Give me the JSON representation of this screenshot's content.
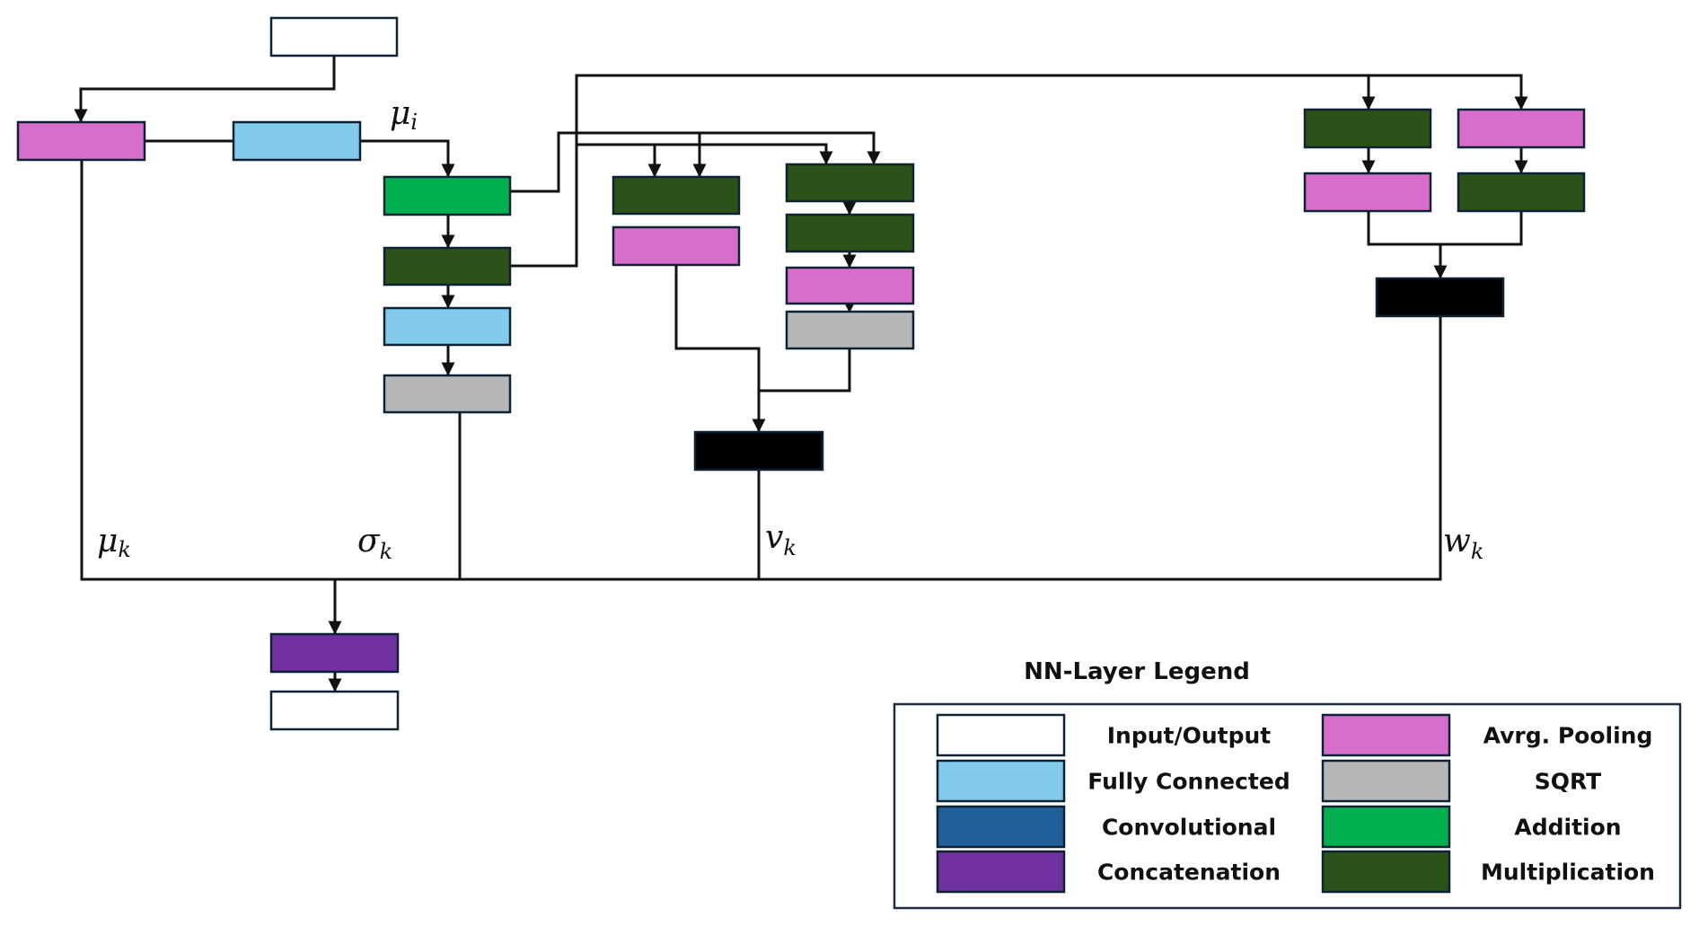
{
  "figure": {
    "type": "neural-network-architecture-diagram",
    "colors": {
      "input_output": "#ffffff",
      "fully_connected": "#83cbeb",
      "convolutional": "#215f9a",
      "concatenation": "#7030a0",
      "avg_pooling": "#d86ecc",
      "sqrt": "#b7b7b7",
      "addition": "#00b050",
      "multiplication": "#2a5219",
      "black_layer": "#000000"
    },
    "symbols": {
      "mu_i": "μ",
      "mu_i_sub": "i",
      "mu_k": "μ",
      "mu_k_sub": "k",
      "sigma_k": "σ",
      "sigma_k_sub": "k",
      "nu_k": "v",
      "nu_k_sub": "k",
      "w_k": "w",
      "w_k_sub": "k"
    },
    "nodes": [
      {
        "id": "input",
        "type": "input_output"
      },
      {
        "id": "pool1",
        "type": "avg_pooling"
      },
      {
        "id": "fc1",
        "type": "fully_connected"
      },
      {
        "id": "add1",
        "type": "addition"
      },
      {
        "id": "mul1",
        "type": "multiplication"
      },
      {
        "id": "fc2",
        "type": "fully_connected"
      },
      {
        "id": "sqrt1",
        "type": "sqrt"
      },
      {
        "id": "mul_v1",
        "type": "multiplication"
      },
      {
        "id": "pool_v1",
        "type": "avg_pooling"
      },
      {
        "id": "mul_v2",
        "type": "multiplication"
      },
      {
        "id": "mul_v3",
        "type": "multiplication"
      },
      {
        "id": "pool_v2",
        "type": "avg_pooling"
      },
      {
        "id": "sqrt_v",
        "type": "sqrt"
      },
      {
        "id": "black_v",
        "type": "black_layer"
      },
      {
        "id": "mul_w1",
        "type": "multiplication"
      },
      {
        "id": "pool_w1",
        "type": "avg_pooling"
      },
      {
        "id": "pool_w2",
        "type": "avg_pooling"
      },
      {
        "id": "mul_w2",
        "type": "multiplication"
      },
      {
        "id": "black_w",
        "type": "black_layer"
      },
      {
        "id": "concat",
        "type": "concatenation"
      },
      {
        "id": "output",
        "type": "input_output"
      }
    ],
    "edges": [
      [
        "input",
        "pool1"
      ],
      [
        "pool1",
        "fc1"
      ],
      [
        "fc1",
        "add1"
      ],
      [
        "add1",
        "mul1"
      ],
      [
        "mul1",
        "fc2"
      ],
      [
        "fc2",
        "sqrt1"
      ],
      [
        "add1",
        "mul_v1"
      ],
      [
        "mul1",
        "mul_v1"
      ],
      [
        "add1",
        "mul_v2"
      ],
      [
        "mul1",
        "mul_v2"
      ],
      [
        "mul_v2",
        "mul_v3"
      ],
      [
        "mul_v3",
        "pool_v2"
      ],
      [
        "pool_v2",
        "sqrt_v"
      ],
      [
        "pool_v1",
        "black_v"
      ],
      [
        "sqrt_v",
        "black_v"
      ],
      [
        "mul1",
        "mul_w1"
      ],
      [
        "mul1",
        "pool_w1"
      ],
      [
        "mul_w1",
        "pool_w2"
      ],
      [
        "pool_w1",
        "mul_w2"
      ],
      [
        "pool_w2",
        "black_w"
      ],
      [
        "mul_w2",
        "black_w"
      ],
      [
        "pool1",
        "concat"
      ],
      [
        "sqrt1",
        "concat"
      ],
      [
        "black_v",
        "concat"
      ],
      [
        "black_w",
        "concat"
      ],
      [
        "concat",
        "output"
      ]
    ]
  },
  "legend": {
    "title": "NN-Layer Legend",
    "items": [
      {
        "label": "Input/Output",
        "type": "input_output"
      },
      {
        "label": "Fully Connected",
        "type": "fully_connected"
      },
      {
        "label": "Convolutional",
        "type": "convolutional"
      },
      {
        "label": "Concatenation",
        "type": "concatenation"
      },
      {
        "label": "Avrg. Pooling",
        "type": "avg_pooling"
      },
      {
        "label": "SQRT",
        "type": "sqrt"
      },
      {
        "label": "Addition",
        "type": "addition"
      },
      {
        "label": "Multiplication",
        "type": "multiplication"
      }
    ]
  }
}
